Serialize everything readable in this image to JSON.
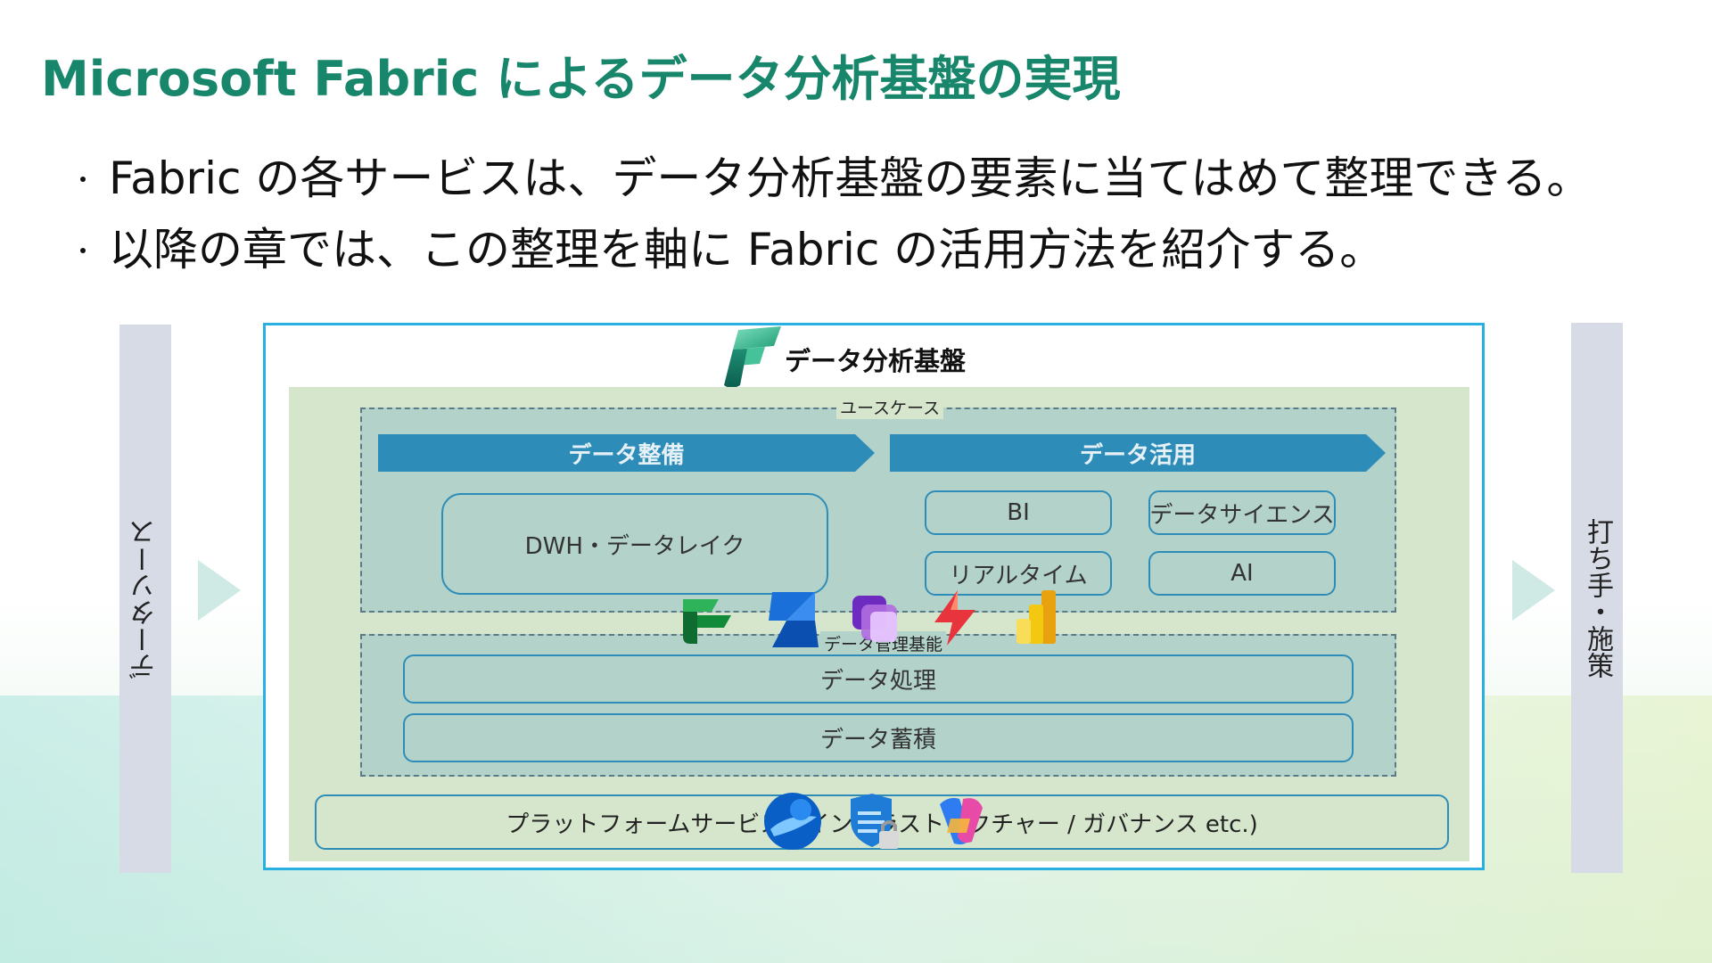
{
  "slide": {
    "title": "Microsoft Fabric によるデータ分析基盤の実現",
    "bullets": [
      "Fabric の各サービスは、データ分析基盤の要素に当てはめて整理できる。",
      "以降の章では、この整理を軸に Fabric の活用方法を紹介する。"
    ]
  },
  "diagram": {
    "source_label": "データソース",
    "target_label": "打ち手・施策",
    "frame_title": "データ分析基盤",
    "usecase_label": "ユースケース",
    "arrows": {
      "prep": "データ整備",
      "use": "データ活用"
    },
    "dwh_label": "DWH・データレイク",
    "usecases": {
      "bi": "BI",
      "data_science": "データサイエンス",
      "realtime": "リアルタイム",
      "ai": "AI"
    },
    "mgmt_label": "データ管理基能",
    "processing": "データ処理",
    "storage": "データ蓄積",
    "platform": "プラットフォームサービス（インフラストラクチャー / ガバナンス etc.)",
    "colors": {
      "title": "#17866b",
      "arrow": "#2e8db8",
      "frame": "#29b0e2",
      "green": "#d6e6cc",
      "teal": "#b3d2c9"
    },
    "icons": [
      "fabric-logo-icon",
      "data-factory-icon",
      "synapse-icon",
      "purview-icon",
      "realtime-intelligence-icon",
      "power-bi-icon",
      "azure-icon",
      "defender-lock-icon",
      "copilot-icon"
    ]
  }
}
